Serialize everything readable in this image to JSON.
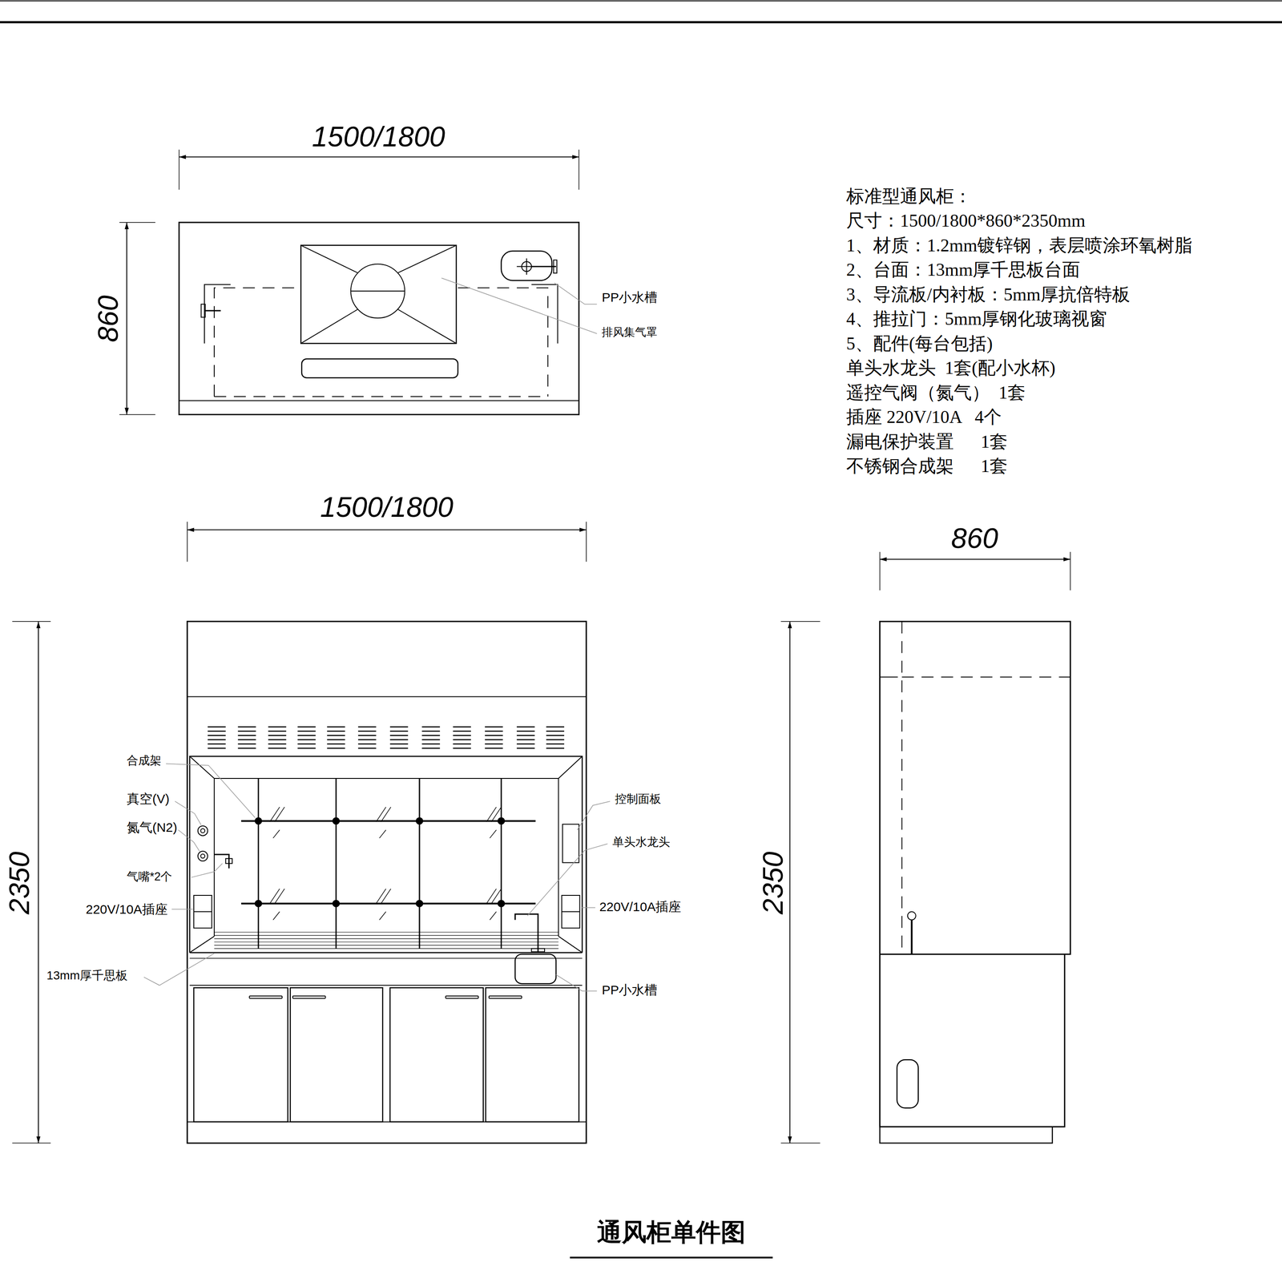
{
  "diagram": {
    "title": "通风柜单件图",
    "labels": [
      "1500/1800",
      "860",
      "PP小水槽",
      "排风集气罩",
      "标准型通风柜：",
      "尺寸：1500/1800*860*2350mm",
      "1、材质：1.2mm镀锌钢，表层喷涂环氧树脂",
      "2、台面：13mm厚千思板台面",
      "3、导流板/内衬板：5mm厚抗倍特板",
      "4、推拉门：5mm厚钢化玻璃视窗",
      "5、配件(每台包括)",
      "单头水龙头  1套(配小水杯)",
      "遥控气阀（氮气）  1套",
      "插座 220V/10A   4个",
      "漏电保护装置      1套",
      "不锈钢合成架      1套",
      "1500/1800",
      "860",
      "2350",
      "合成架",
      "真空(V)",
      "氮气(N2)",
      "气嘴*2个",
      "220V/10A插座",
      "13mm厚千思板",
      "控制面板",
      "单头水龙头",
      "220V/10A插座",
      "PP小水槽",
      "2350"
    ]
  }
}
